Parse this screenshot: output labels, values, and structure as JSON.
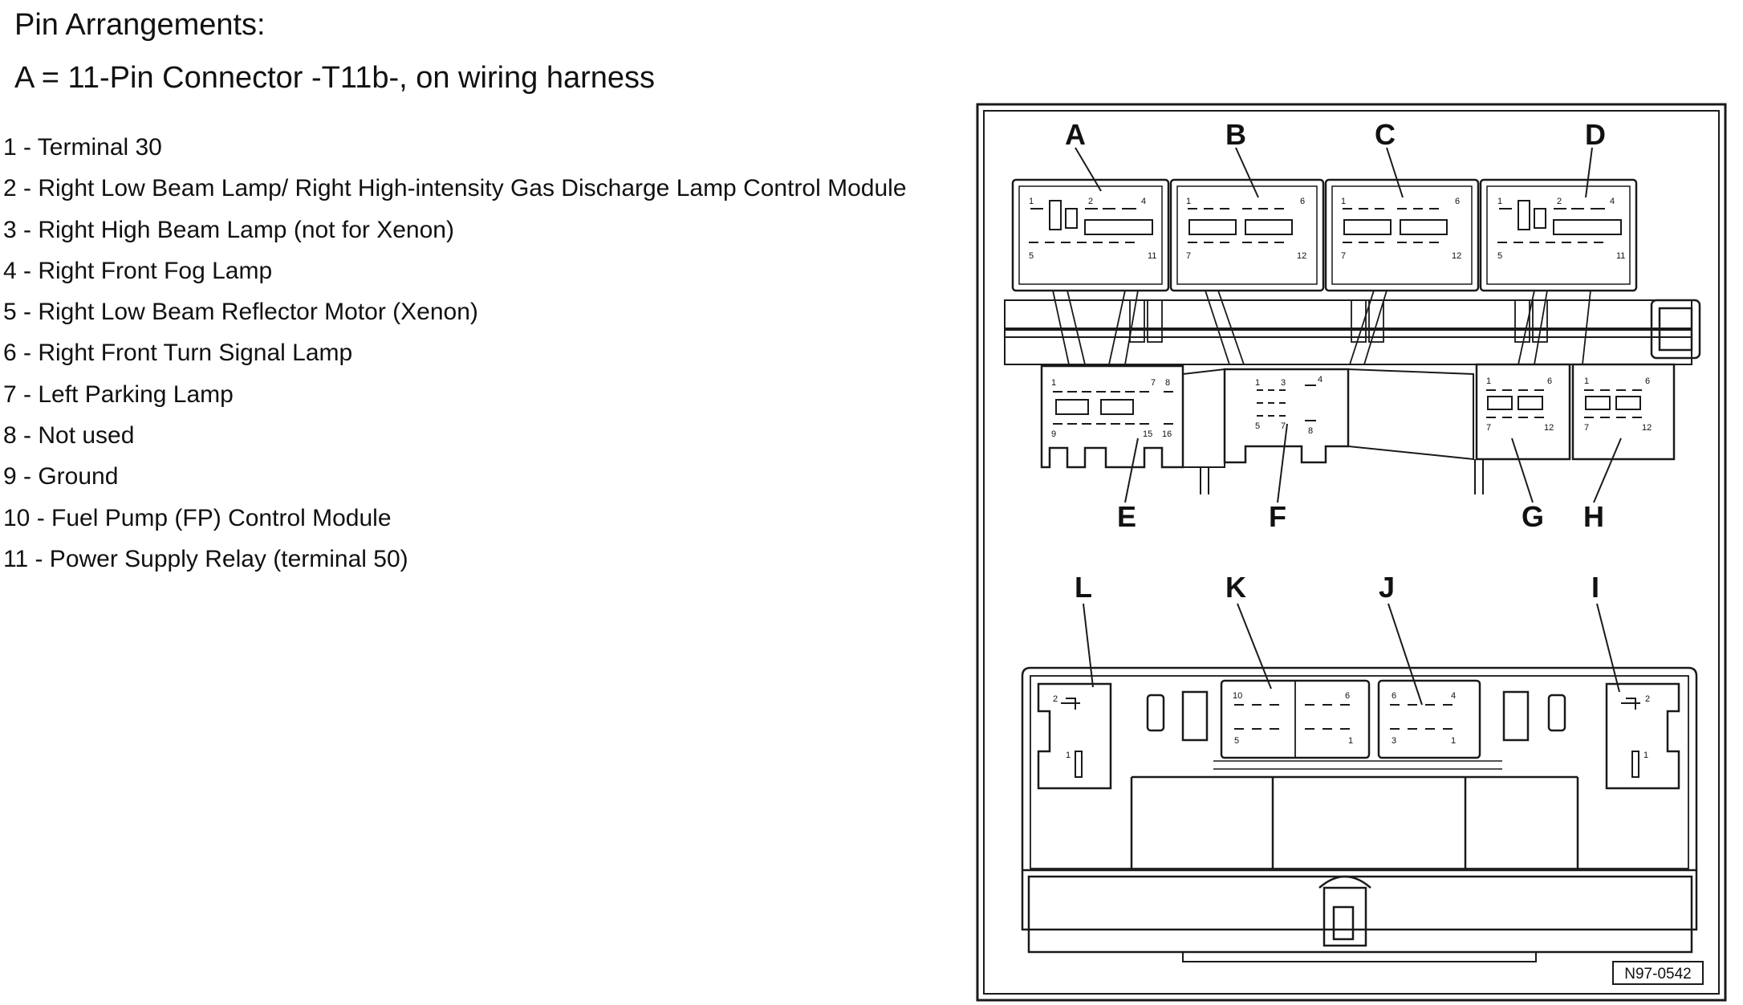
{
  "heading": {
    "title": "Pin Arrangements:",
    "subtitle": "A = 11-Pin Connector -T11b-, on wiring harness"
  },
  "pins": [
    "1 - Terminal 30",
    "2 - Right Low Beam Lamp/ Right High-intensity Gas Discharge Lamp Control Module",
    "3 - Right High Beam Lamp (not for Xenon)",
    "4 - Right Front Fog Lamp",
    "5 - Right Low Beam Reflector Motor (Xenon)",
    "6 - Right Front Turn Signal Lamp",
    "7 - Left Parking Lamp",
    "8 - Not used",
    "9 - Ground",
    "10 - Fuel Pump (FP) Control Module",
    "11 - Power Supply Relay (terminal 50)"
  ],
  "diagram": {
    "reference": "N97-0542",
    "top_labels": {
      "A": "A",
      "B": "B",
      "C": "C",
      "D": "D",
      "E": "E",
      "F": "F",
      "G": "G",
      "H": "H"
    },
    "bottom_labels": {
      "L": "L",
      "K": "K",
      "J": "J",
      "I": "I"
    },
    "pin_numbers": {
      "a": [
        "1",
        "2",
        "4",
        "5",
        "11"
      ],
      "b": [
        "1",
        "6",
        "7",
        "12"
      ],
      "c": [
        "1",
        "6",
        "7",
        "12"
      ],
      "d": [
        "1",
        "2",
        "4",
        "5",
        "11"
      ],
      "e": [
        "1",
        "7",
        "8",
        "9",
        "15",
        "16"
      ],
      "f": [
        "1",
        "3",
        "4",
        "5",
        "7",
        "8"
      ],
      "g": [
        "1",
        "6",
        "7",
        "12"
      ],
      "h": [
        "1",
        "6",
        "7",
        "12"
      ],
      "k": [
        "10",
        "6",
        "5",
        "1"
      ],
      "j": [
        "6",
        "4",
        "3",
        "1"
      ],
      "l": [
        "2",
        "1"
      ],
      "i": [
        "2",
        "1"
      ]
    }
  }
}
